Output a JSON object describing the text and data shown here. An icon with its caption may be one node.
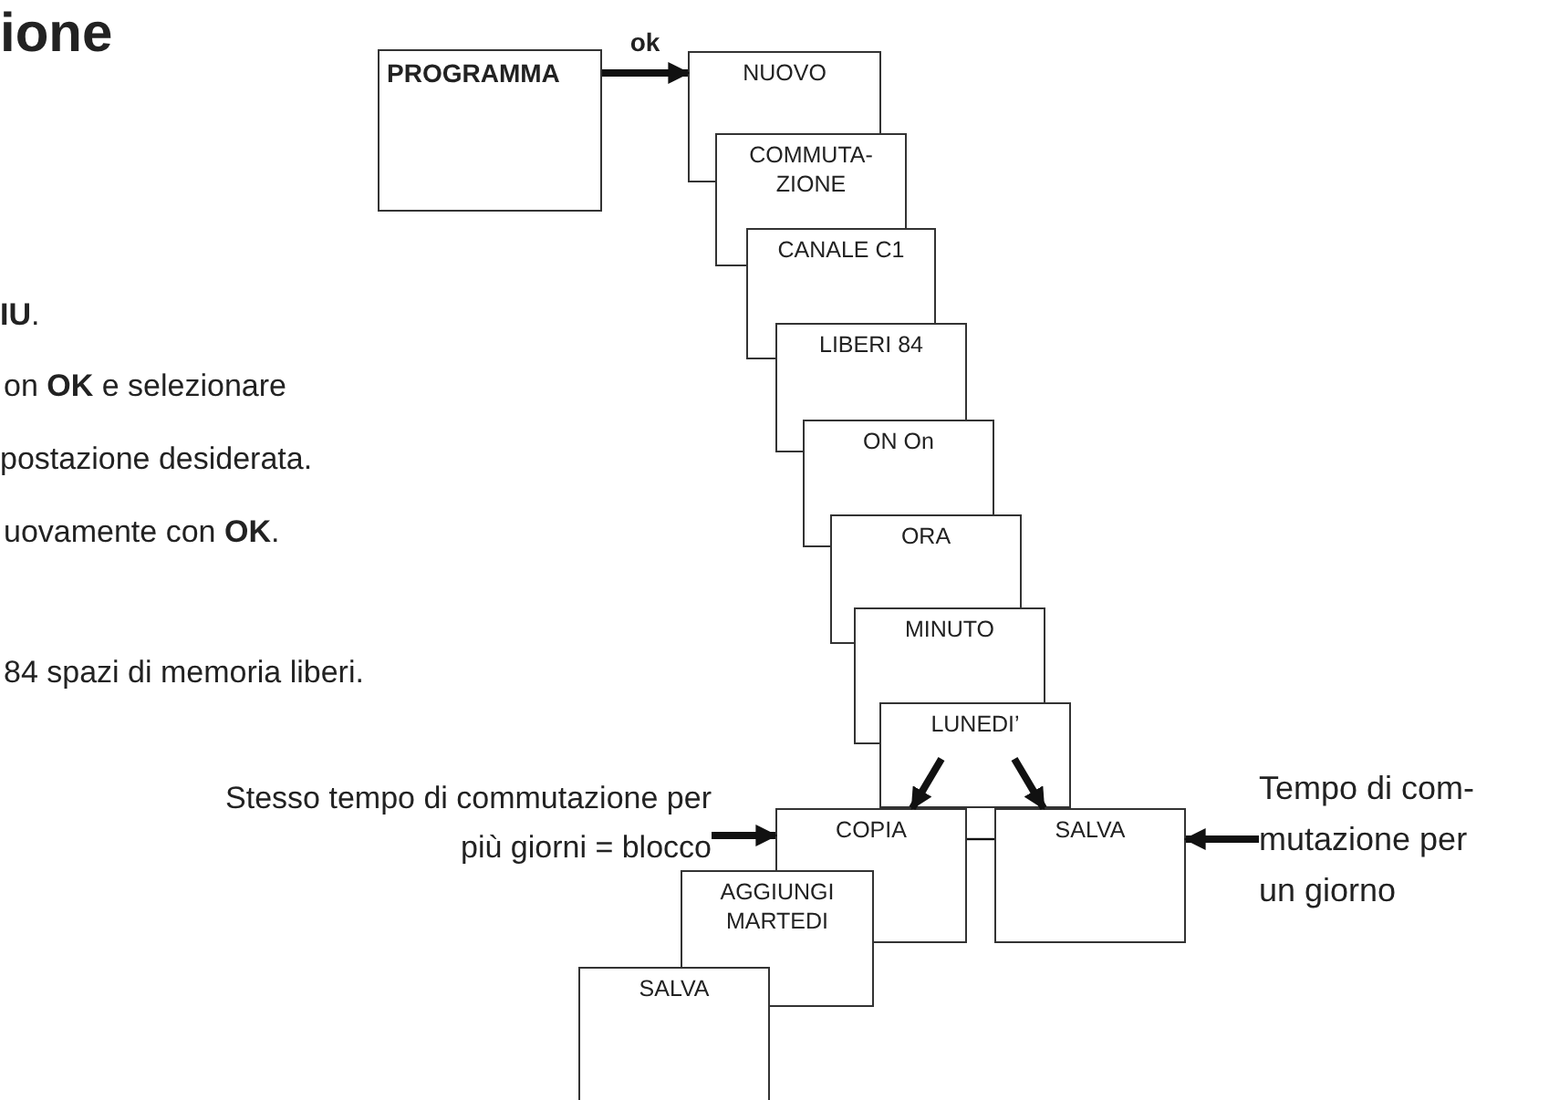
{
  "diagram": {
    "title": "ione",
    "nodes": [
      {
        "text": [
          "PROGRAMMA"
        ]
      },
      {
        "text": [
          "NUOVO"
        ]
      },
      {
        "text": [
          "COMMUTA- ZIONE"
        ]
      },
      {
        "text": [
          "CANALE C1"
        ]
      },
      {
        "text": [
          "LIBERI 84"
        ]
      },
      {
        "text": [
          "ON On"
        ]
      },
      {
        "text": [
          "ORA"
        ]
      },
      {
        "text": [
          "MINUTO"
        ]
      },
      {
        "text": [
          "LUNEDI’"
        ]
      },
      {
        "text": [
          "COPIA"
        ]
      },
      {
        "text": [
          "SALVA"
        ]
      },
      {
        "text": [
          "AGGIUNGI MARTEDI"
        ]
      },
      {
        "text": [
          "SALVA"
        ]
      },
      {
        "text": [
          "Stesso tempo di commutazione per più giorni = blocco"
        ]
      },
      {
        "text": [
          "Tempo di com- mutazione per un giorno"
        ]
      }
    ],
    "edges": [
      {
        "from": 0,
        "to": 1,
        "arrow": "to",
        "label": "ok"
      },
      {
        "from": 8,
        "to": 9,
        "arrow": "to"
      },
      {
        "from": 8,
        "to": 10,
        "arrow": "to"
      },
      {
        "from": 9,
        "to": 10,
        "arrow": "none"
      },
      {
        "from": 13,
        "to": 9,
        "arrow": "to"
      },
      {
        "from": 14,
        "to": 10,
        "arrow": "to"
      }
    ],
    "labels": [
      "**IU**.",
      "on **OK** e selezionare",
      "postazione desiderata.",
      "uovamente con **OK**.",
      "84 spazi di memoria liberi."
    ]
  }
}
